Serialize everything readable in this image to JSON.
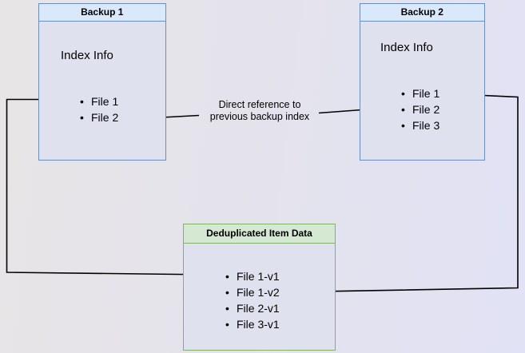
{
  "diagram": {
    "backup1": {
      "title": "Backup 1",
      "section_label": "Index Info",
      "files": [
        "File 1",
        "File 2"
      ]
    },
    "backup2": {
      "title": "Backup 2",
      "section_label": "Index Info",
      "files": [
        "File 1",
        "File 2",
        "File 3"
      ]
    },
    "dedup": {
      "title": "Deduplicated Item Data",
      "items": [
        "File 1-v1",
        "File 1-v2",
        "File 2-v1",
        "File 3-v1"
      ]
    },
    "annotation": {
      "line1": "Direct reference to",
      "line2": "previous backup index"
    },
    "colors": {
      "blue_box_border": "#6c8ebf",
      "blue_box_header_fill": "#dae8fc",
      "green_box_border": "#82b366",
      "green_box_header_fill": "#d5e8d4",
      "box_body_fill": "#e0e1ef",
      "background_left": "#e8e5e6",
      "background_right": "#e1e2f5",
      "arrow": "#000000"
    }
  }
}
